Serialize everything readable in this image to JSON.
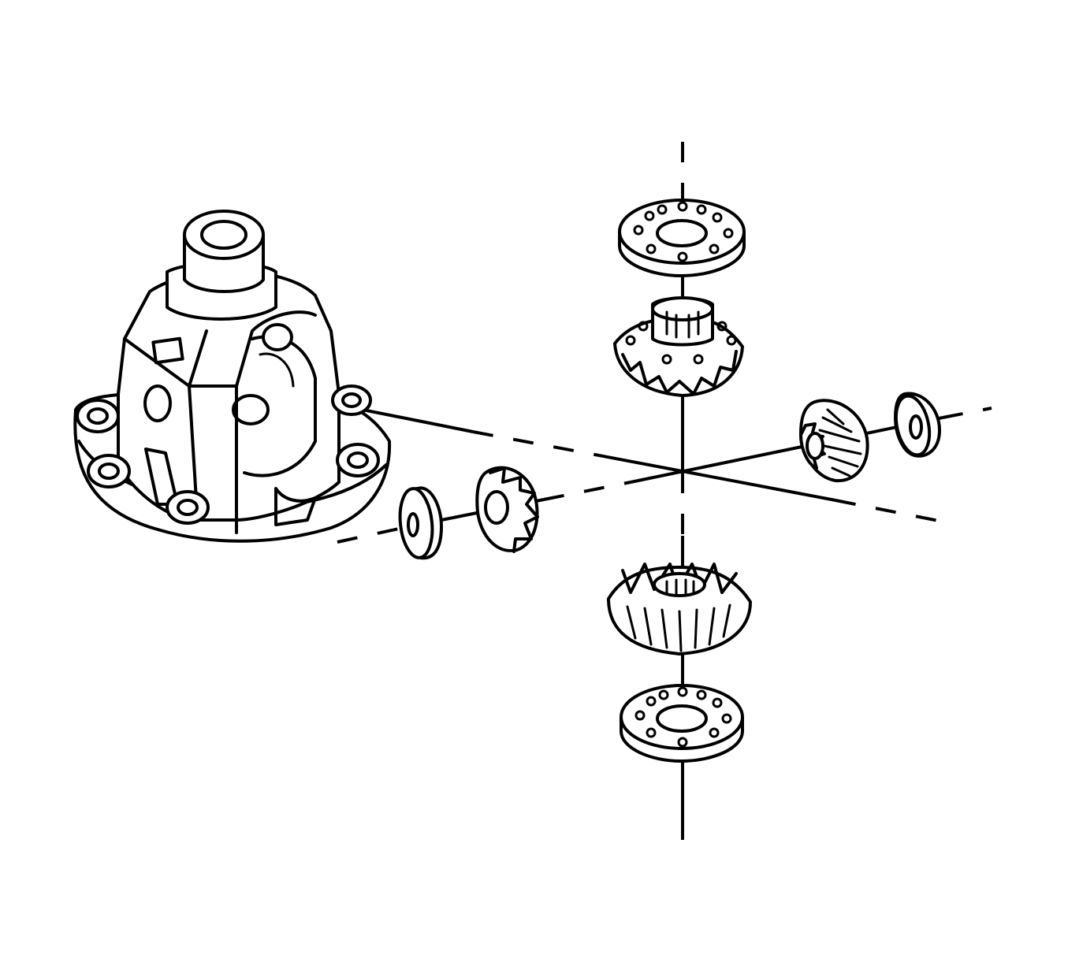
{
  "diagram": {
    "type": "exploded-view",
    "components": [
      "differential-case",
      "side-gear-thrust-washer-upper",
      "side-gear-upper",
      "side-gear-lower",
      "side-gear-thrust-washer-lower",
      "pinion-gear-left",
      "pinion-thrust-washer-left",
      "pinion-gear-right",
      "pinion-thrust-washer-right"
    ],
    "labels": []
  }
}
